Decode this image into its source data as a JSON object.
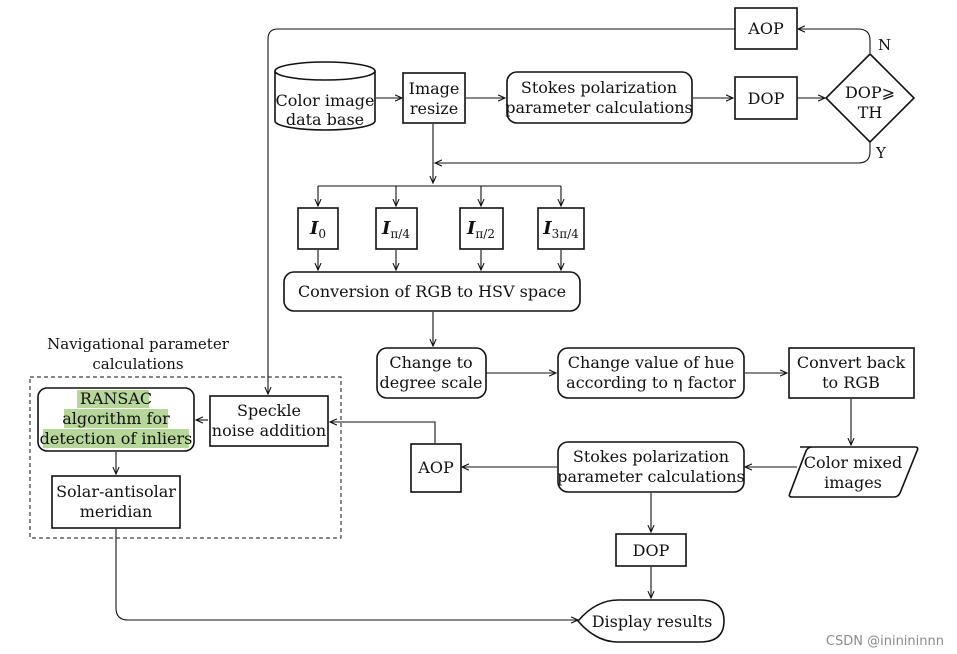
{
  "nodes": {
    "color_db": [
      "Color image",
      "data base"
    ],
    "image_resize": [
      "Image",
      "resize"
    ],
    "stokes_top": [
      "Stokes polarization",
      "parameter calculations"
    ],
    "dop_top": "DOP",
    "decision": [
      "DOP⩾",
      "TH"
    ],
    "decision_no": "N",
    "decision_yes": "Y",
    "aop_top": "AOP",
    "intensity": [
      {
        "base": "I",
        "sub": "0"
      },
      {
        "base": "I",
        "sub": "π/4"
      },
      {
        "base": "I",
        "sub": "π/2"
      },
      {
        "base": "I",
        "sub": "3π/4"
      }
    ],
    "rgb_hsv": "Conversion of RGB to HSV space",
    "degree_scale": [
      "Change to",
      "degree scale"
    ],
    "hue_change": [
      "Change value of hue",
      "according to η factor"
    ],
    "convert_rgb": [
      "Convert back",
      "to RGB"
    ],
    "color_mixed": [
      "Color mixed",
      "images"
    ],
    "stokes_bottom": [
      "Stokes polarization",
      "parameter calculations"
    ],
    "aop_bottom": "AOP",
    "dop_bottom": "DOP",
    "speckle": [
      "Speckle",
      "noise addition"
    ],
    "ransac": [
      "RANSAC",
      "algorithm for",
      "detection of inliers"
    ],
    "meridian": [
      "Solar-antisolar",
      "meridian"
    ],
    "display": "Display results"
  },
  "group_label": [
    "Navigational parameter",
    "calculations"
  ],
  "watermark": "CSDN @ininininnn",
  "colors": {
    "highlight": "#b7d699",
    "stroke": "#111111",
    "watermark": "#8a8a8a"
  }
}
